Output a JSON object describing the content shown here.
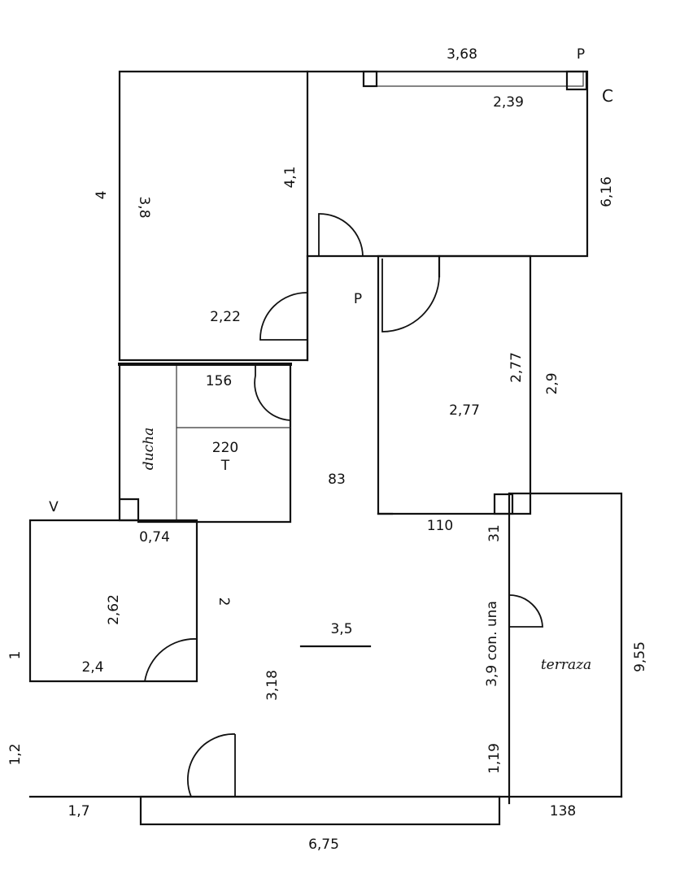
{
  "labels": {
    "top_width": "3,68",
    "p_top": "P",
    "c_label": "C",
    "inner_top_width": "2,39",
    "right_height_room": "6,16",
    "left_total": "4",
    "room1_height": "3,8",
    "room1_wall": "4,1",
    "room1_width": "2,22",
    "p_hall": "P",
    "bath_width": "156",
    "bath_height": "220",
    "toilet": "T",
    "shower": "ducha",
    "hall_width": "83",
    "room3_area": "2,77",
    "room3_side": "2,77",
    "room3_outer": "2,9",
    "room3_bottom": "110",
    "v_label": "V",
    "nook_width": "0,74",
    "small_room_height": "2,62",
    "small_room_width": "2,4",
    "small_room_side": "2",
    "left_small": "1",
    "living_height": "3,18",
    "living_width": "3,5",
    "partition_top": "31",
    "partition_note": "3,9 con. una",
    "partition_bottom": "1,19",
    "terrace": "terraza",
    "terrace_height": "9,55",
    "left_bottom": "1,2",
    "bottom_left": "1,7",
    "bottom_total": "6,75",
    "terrace_width": "138"
  }
}
